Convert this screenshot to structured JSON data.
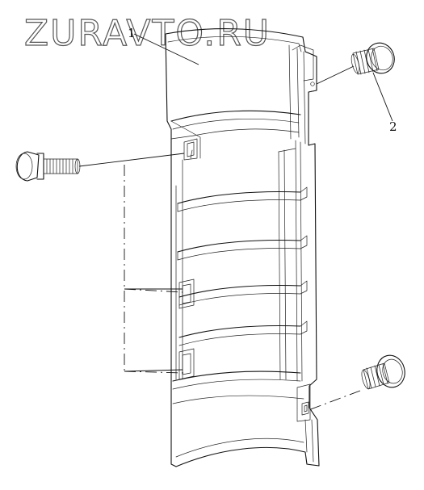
{
  "watermark": "ZURAVTO.RU",
  "callouts": [
    {
      "id": "1",
      "label": "1"
    },
    {
      "id": "2",
      "label": "2"
    }
  ],
  "icons": [
    "bolt-icon",
    "washer-bolt-icon"
  ]
}
